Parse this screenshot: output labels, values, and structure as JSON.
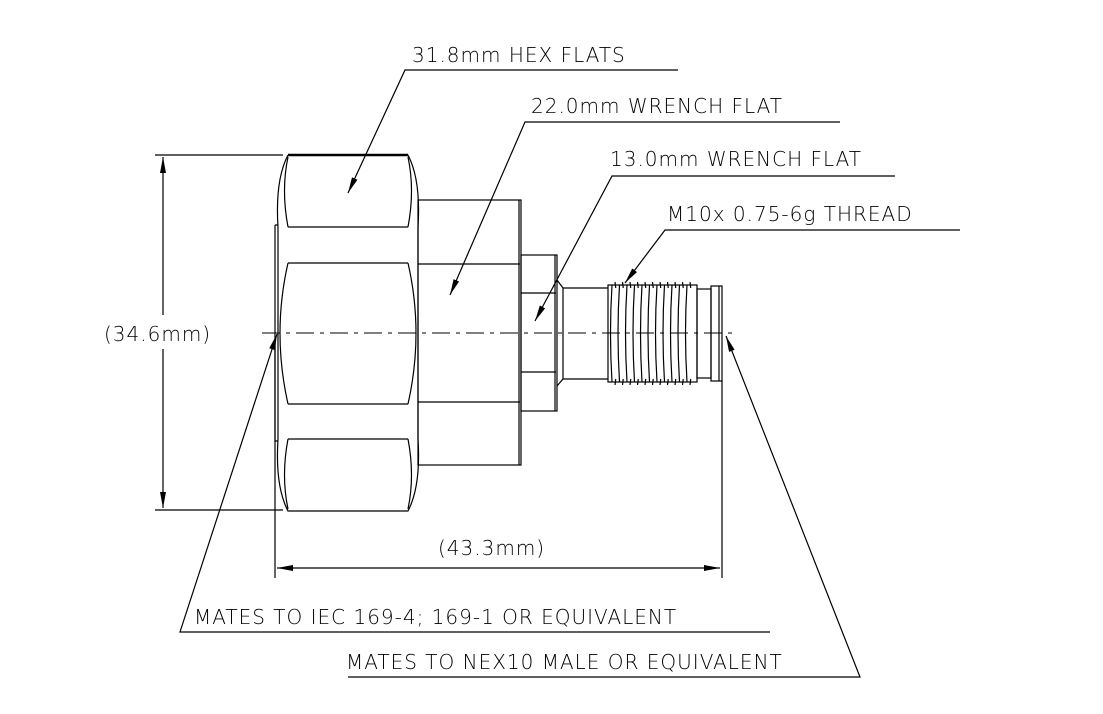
{
  "callouts": {
    "hex_flats": "31.8mm HEX FLATS",
    "wrench_flat_22": "22.0mm WRENCH FLAT",
    "wrench_flat_13": "13.0mm WRENCH FLAT",
    "thread": "M10x 0.75-6g THREAD",
    "mates_iec": "MATES TO IEC 169-4; 169-1 OR EQUIVALENT",
    "mates_nex10": "MATES TO NEX10 MALE OR EQUIVALENT"
  },
  "dimensions": {
    "height": "(34.6mm)",
    "length": "(43.3mm)"
  }
}
